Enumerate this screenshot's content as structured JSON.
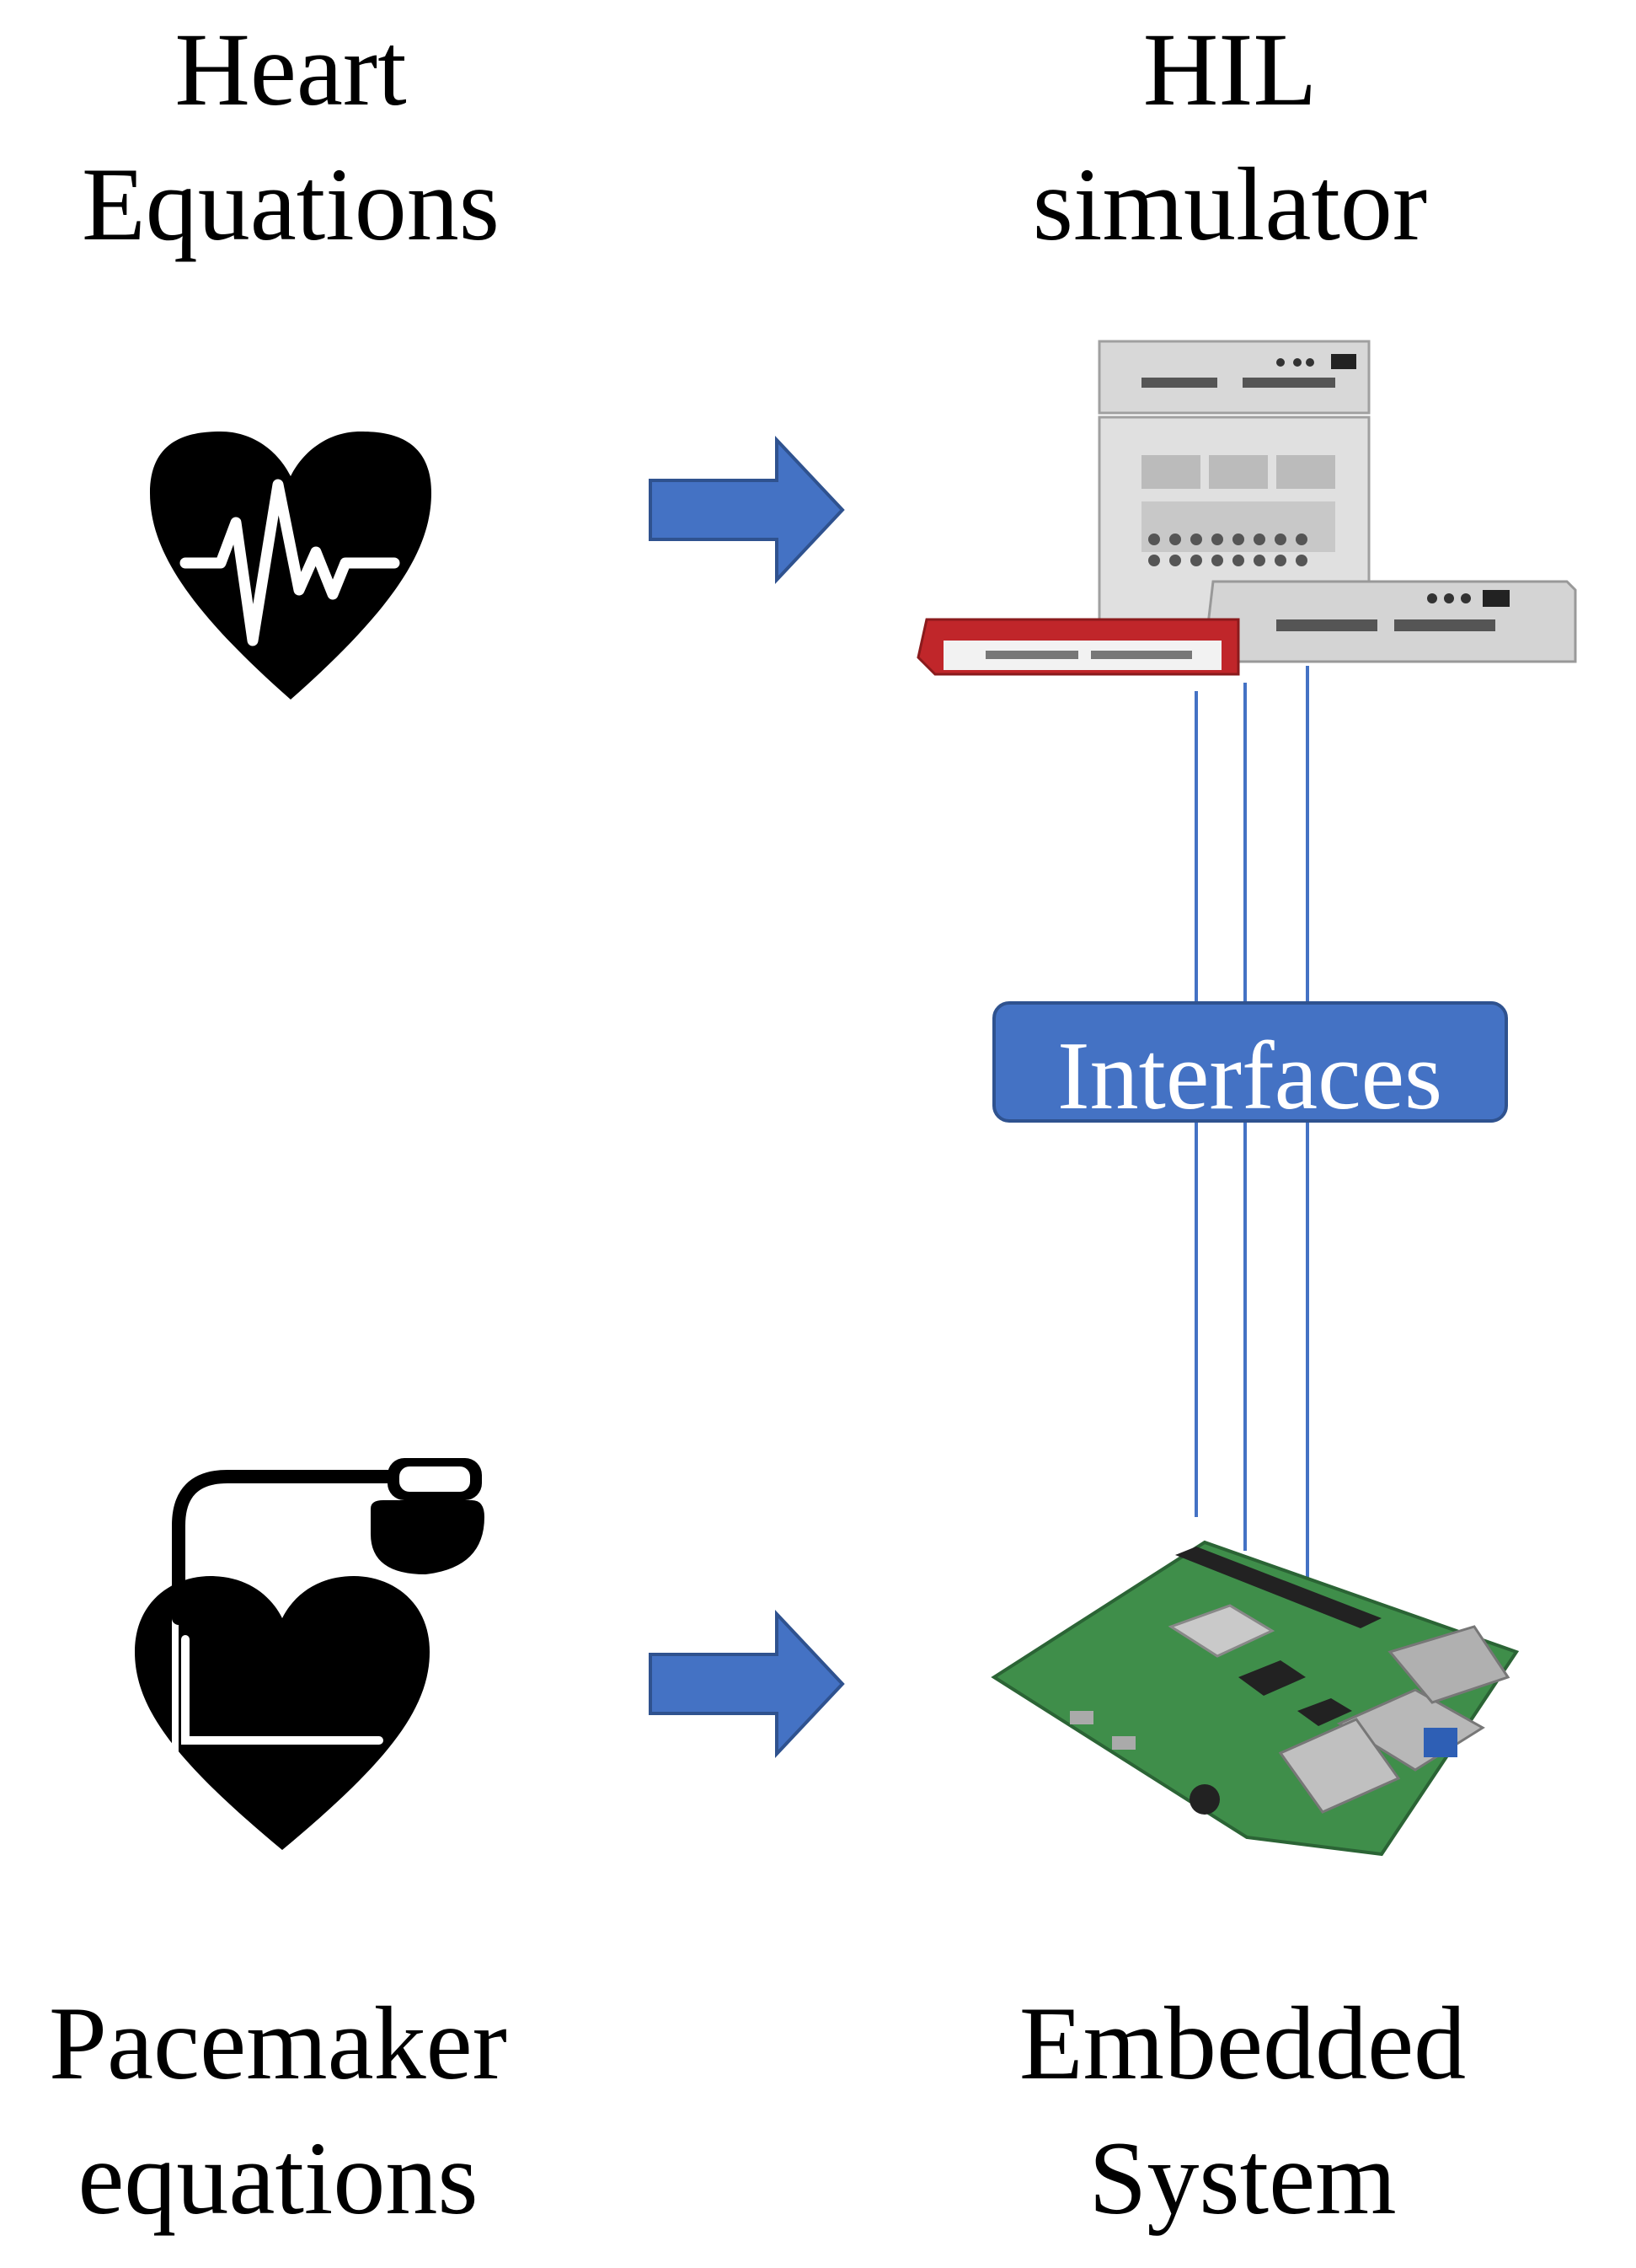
{
  "labels": {
    "heart_line1": "Heart",
    "heart_line2": "Equations",
    "hil_line1": "HIL",
    "hil_line2": "simulator",
    "pacemaker_line1": "Pacemaker",
    "pacemaker_line2": "equations",
    "embedded_line1": "Embedded",
    "embedded_line2": "System",
    "interfaces": "Interfaces"
  },
  "colors": {
    "arrow_fill": "#4472c4",
    "arrow_stroke": "#2f528f",
    "connection_line": "#4472c4",
    "interfaces_box": "#4472c4",
    "heart_icon": "#000000",
    "hil_red_unit": "#c0262a",
    "board_green": "#3f8e4a"
  },
  "icons": {
    "heart": "heart-pulse-icon",
    "pacemaker": "pacemaker-heart-icon",
    "hil": "hil-simulator-hardware",
    "embedded": "raspberry-pi-board"
  }
}
